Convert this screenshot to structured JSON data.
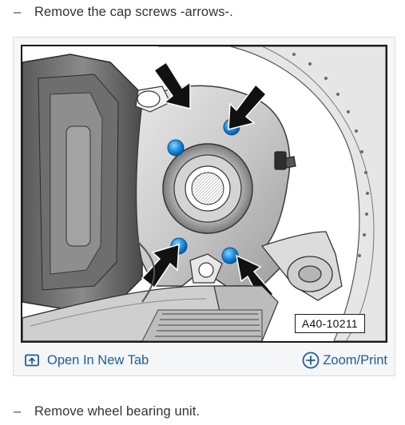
{
  "steps": [
    {
      "dash": "–",
      "text": "Remove the cap screws -arrows-."
    },
    {
      "dash": "–",
      "text": "Remove wheel bearing unit."
    }
  ],
  "figure": {
    "label": "A40-10211",
    "highlight_color": "#1e8fe0",
    "arrow_color": "#111111",
    "open_tab_label": "Open In New Tab",
    "zoom_label": "Zoom/Print",
    "icons": [
      "open-new-tab-icon",
      "zoom-plus-icon"
    ],
    "link_color": "#1f5c99"
  }
}
